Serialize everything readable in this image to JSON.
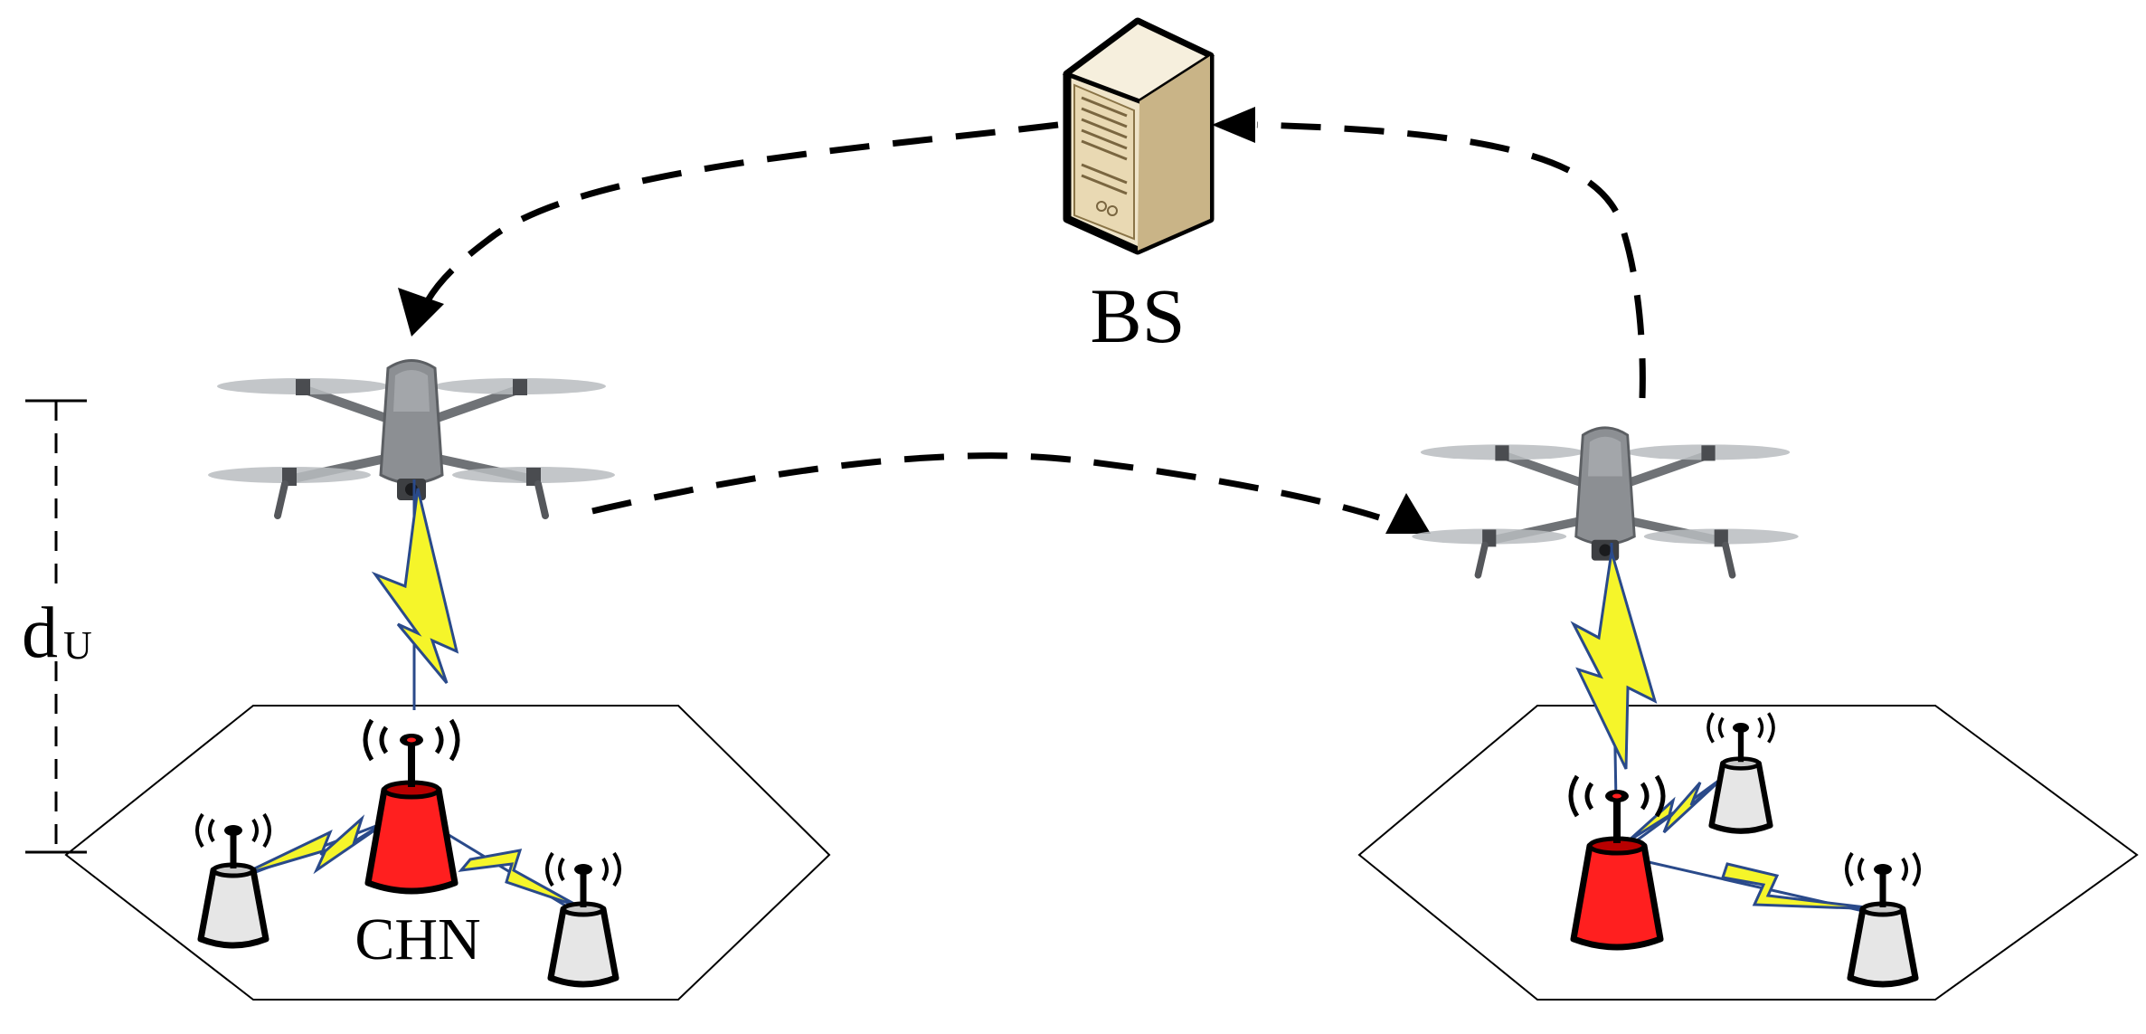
{
  "labels": {
    "bs": "BS",
    "chn": "CHN",
    "height_main": "d",
    "height_sub": "U"
  },
  "colors": {
    "cluster_head": "#ff1f1f",
    "sensor_body": "#e6e6e6",
    "lightning": "#f5f52a",
    "link": "#2a4a8a",
    "server_body": "#d9c9a4",
    "drone_body": "#8c8f93"
  },
  "icons": {
    "base_station": "server-icon",
    "uav": "drone-icon",
    "cluster_head": "cluster-head-node-icon",
    "sensor": "sensor-node-icon"
  }
}
